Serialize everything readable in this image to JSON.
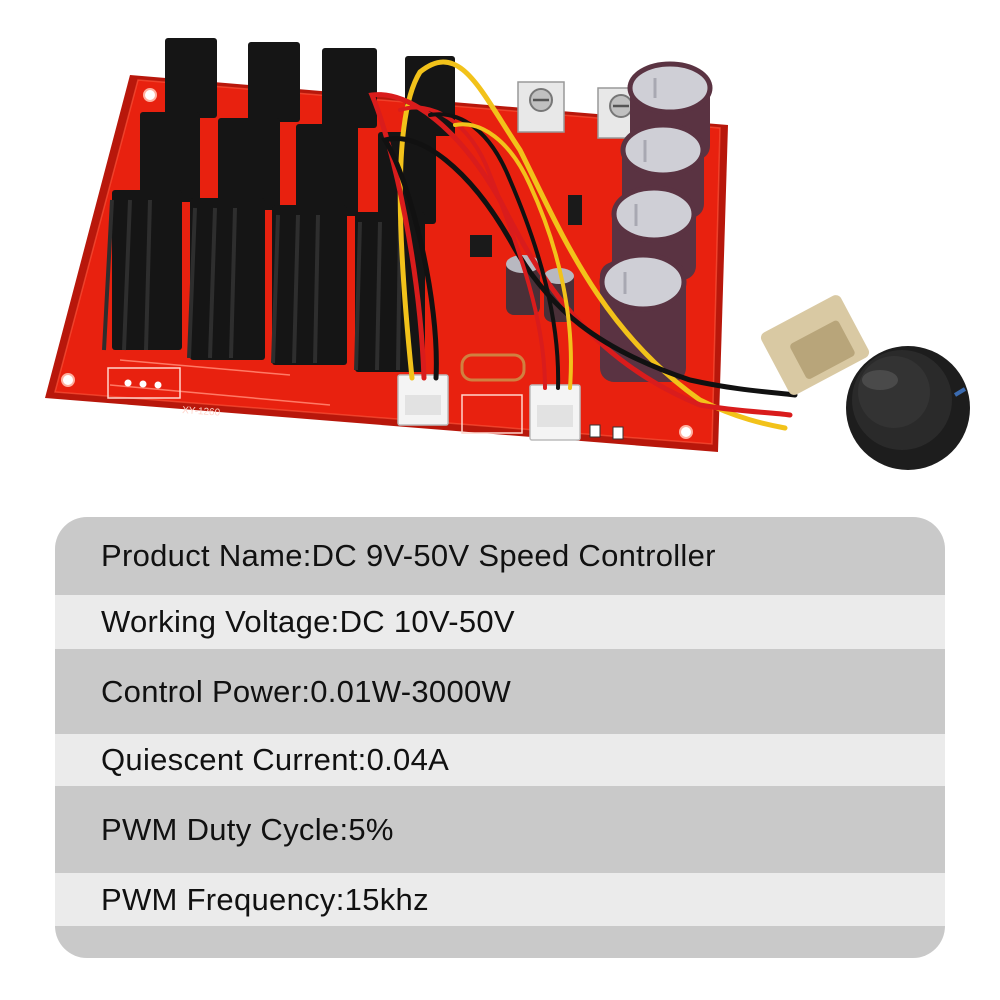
{
  "product_photo": {
    "board_label": "XY-1260",
    "colors": {
      "pcb": "#e8210f",
      "heatsink": "#151515",
      "capacitor": "#5a3342",
      "wire_red": "#d91c1c",
      "wire_yellow": "#f2c21a",
      "wire_black": "#111111",
      "knob": "#222222"
    }
  },
  "specs": [
    {
      "label": "Product Name:DC 9V-50V Speed Controller"
    },
    {
      "label": "Working Voltage:DC 10V-50V"
    },
    {
      "label": "Control Power:0.01W-3000W"
    },
    {
      "label": "Quiescent Current:0.04A"
    },
    {
      "label": "PWM Duty Cycle:5%"
    },
    {
      "label": "PWM Frequency:15khz"
    }
  ],
  "colors": {
    "row_dark": "#c9c9c9",
    "row_light": "#ebebeb",
    "text": "#111111"
  }
}
